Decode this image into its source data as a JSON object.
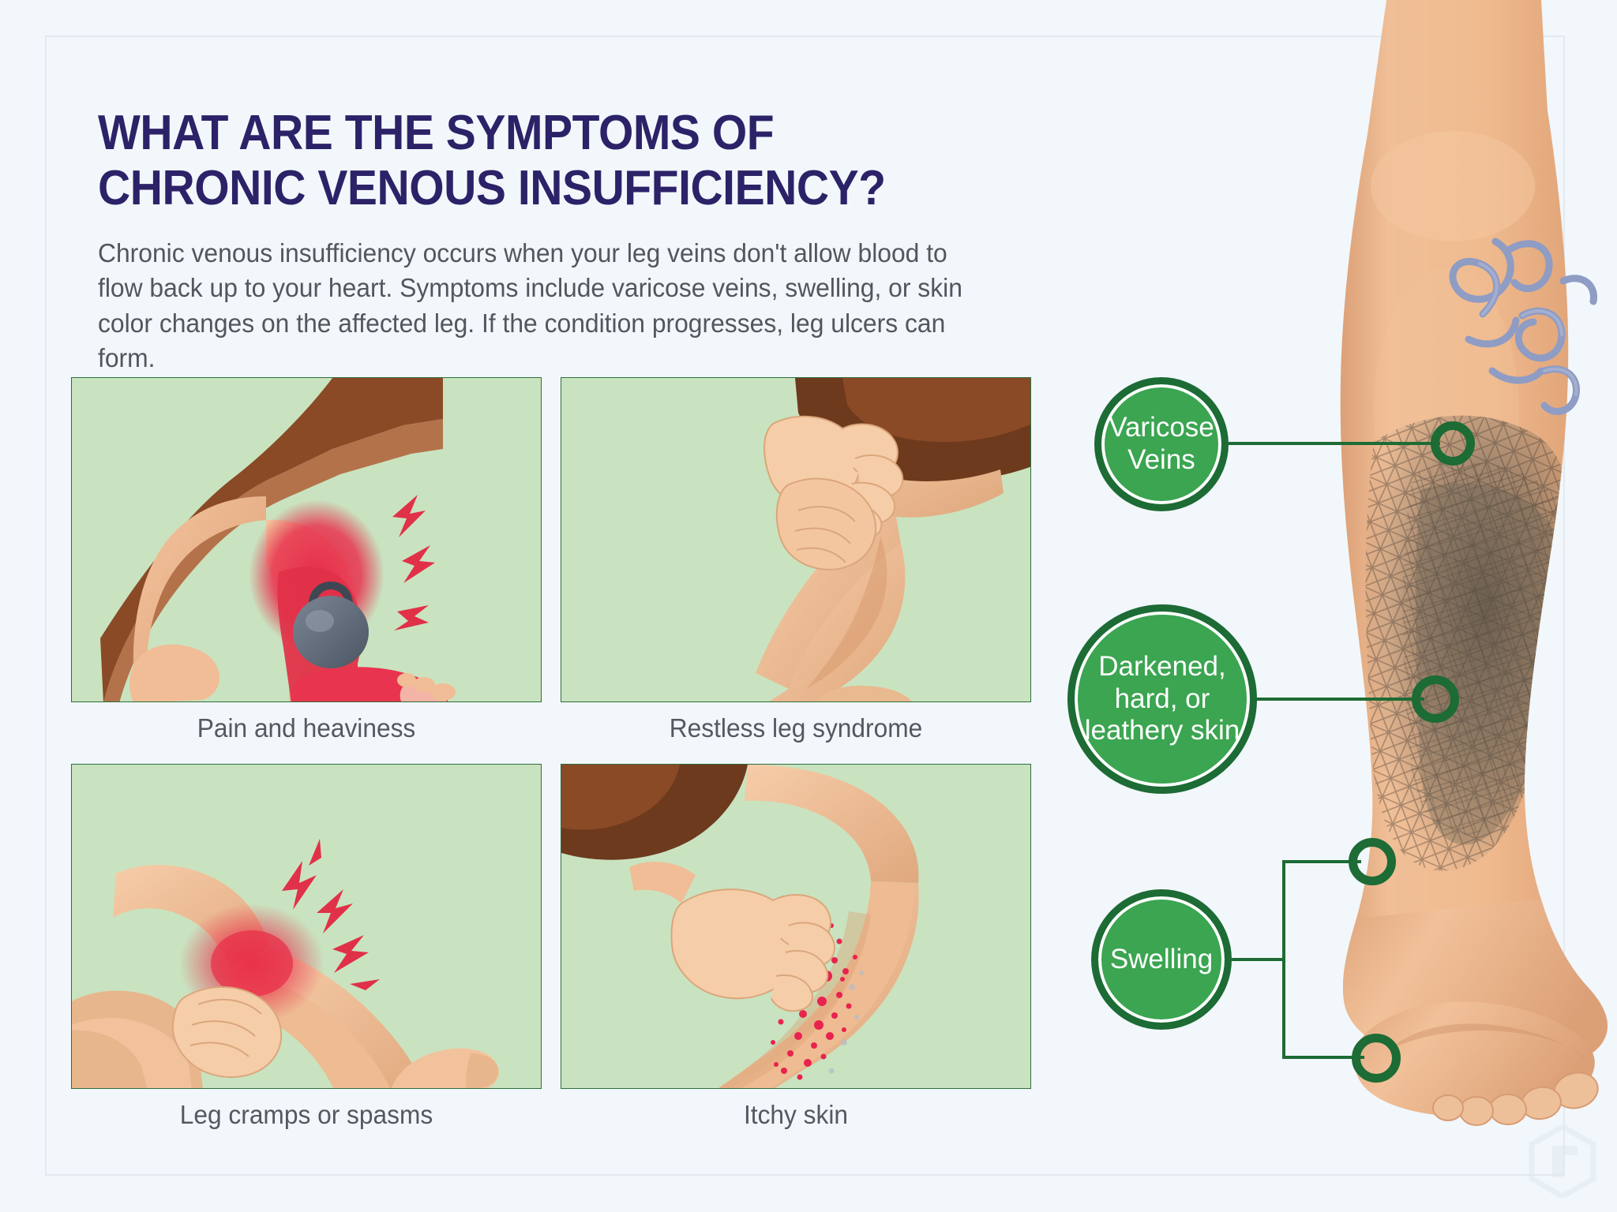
{
  "page": {
    "background_color": "#f2f7fb",
    "frame_color": "#e3e9ef"
  },
  "header": {
    "title_line1": "WHAT ARE THE SYMPTOMS OF",
    "title_line2": "CHRONIC VENOUS INSUFFICIENCY?",
    "title_color": "#2b2268",
    "body": "Chronic venous insufficiency occurs when your leg veins don't allow blood to flow back up to your heart. Symptoms include varicose veins, swelling, or skin color changes on the affected leg. If the condition progresses, leg ulcers can form.",
    "body_color": "#53565c"
  },
  "panels": {
    "background_color": "#c9e3c0",
    "border_color": "#2f6e3c",
    "items": [
      {
        "caption": "Pain and heaviness",
        "figure": "leg-pain-kettlebell-illustration"
      },
      {
        "caption": "Restless leg syndrome",
        "figure": "hands-rubbing-leg-illustration"
      },
      {
        "caption": "Leg cramps or spasms",
        "figure": "calf-cramp-illustration"
      },
      {
        "caption": "Itchy skin",
        "figure": "scratching-itchy-leg-illustration"
      }
    ]
  },
  "callouts": {
    "badge_fill": "#3ba551",
    "badge_ring": "#1d6b35",
    "badge_inner_ring": "#ffffff",
    "items": [
      {
        "id": "varicose",
        "label": "Varicose Veins",
        "lines": [
          "Varicose",
          "Veins"
        ]
      },
      {
        "id": "darkskin",
        "label": "Darkened, hard, or leathery skin",
        "lines": [
          "Darkened,",
          "hard, or",
          "leathery skin"
        ]
      },
      {
        "id": "swelling",
        "label": "Swelling",
        "lines": [
          "Swelling"
        ]
      }
    ]
  },
  "illustration": {
    "name": "chronic-venous-insufficiency-leg-illustration",
    "skin_color": "#e8a87c",
    "vein_color": "#8f9cc4",
    "discolored_skin_color": "#6f6357",
    "marker_ring_color": "#1d6b35"
  },
  "watermark": {
    "name": "brand-logo-watermark",
    "color": "#e4ebf1"
  }
}
